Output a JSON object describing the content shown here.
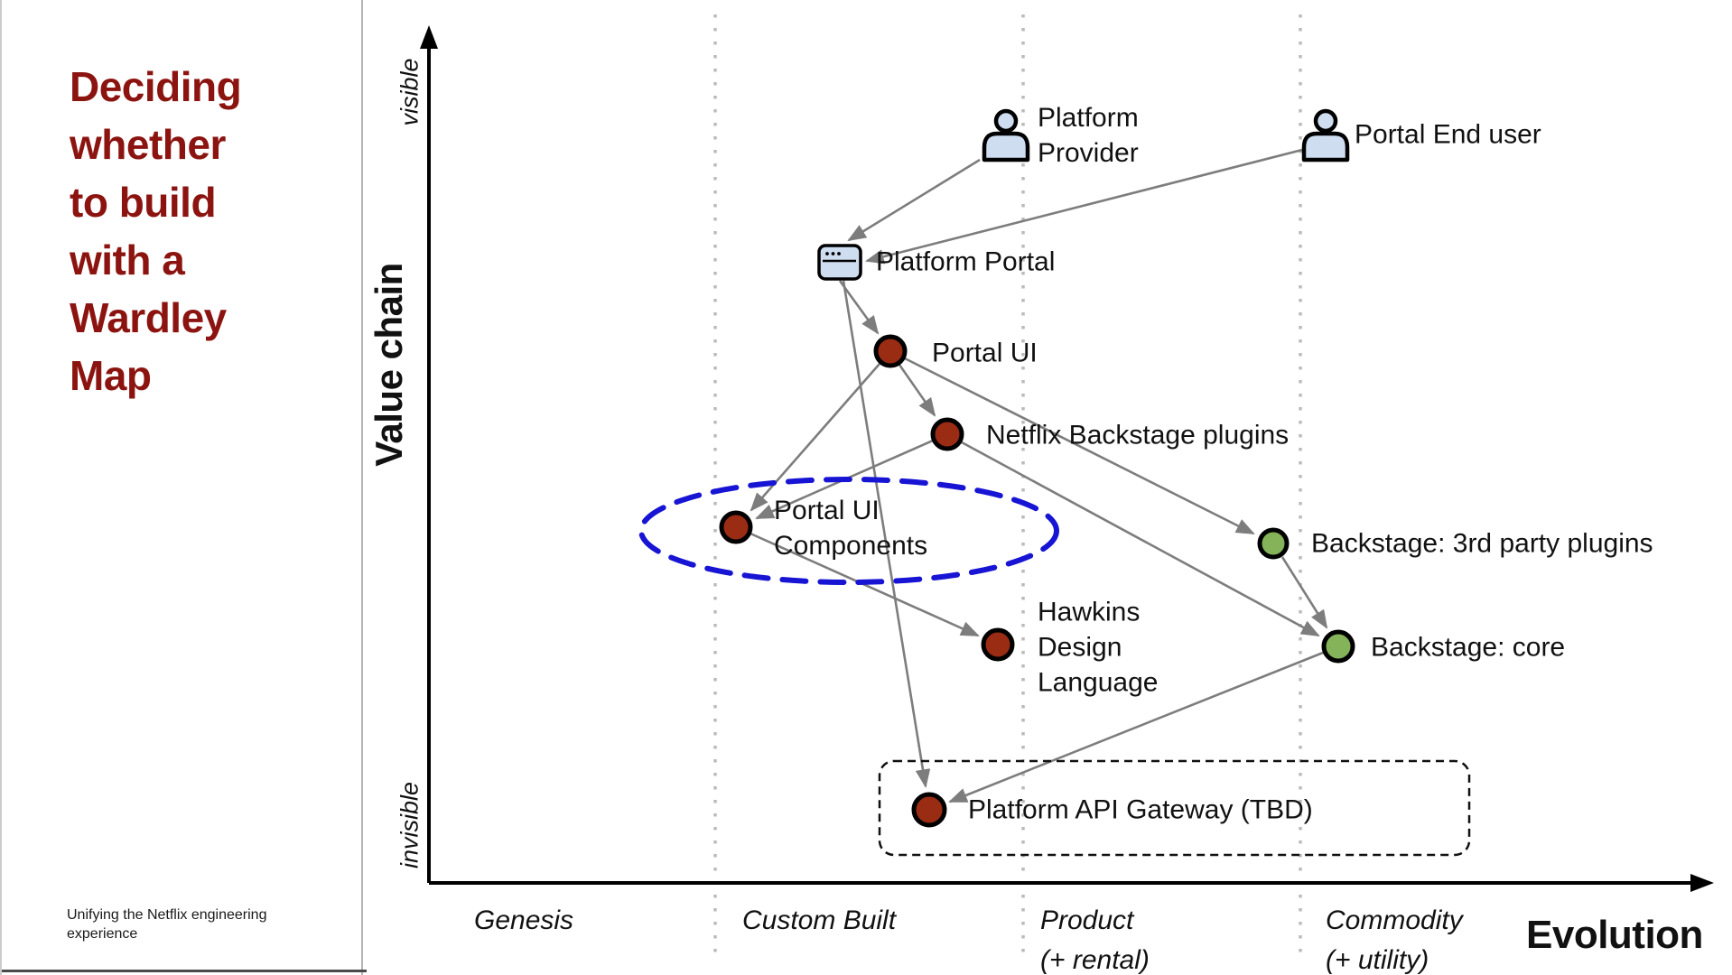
{
  "slide": {
    "title": "Deciding\nwhether\nto build\nwith a\nWardley\nMap",
    "footer": "Unifying the Netflix engineering experience",
    "colors": {
      "title_maroon": "#8c1410",
      "node_red": "#9b2c14",
      "node_green": "#85b35a",
      "icon_blue": "#cfddf1",
      "edge_gray": "#7d7d7d",
      "highlight_blue": "#1714d4",
      "dotted_gray": "#bbbbbb"
    }
  },
  "axes": {
    "y_label": "Value chain",
    "y_top": "visible",
    "y_bottom": "invisible",
    "x_label": "Evolution",
    "stages": [
      {
        "label": "Genesis"
      },
      {
        "label": "Custom Built"
      },
      {
        "label": "Product\n(+ rental)"
      },
      {
        "label": "Commodity\n(+ utility)"
      }
    ]
  },
  "nodes": [
    {
      "id": "platform-provider",
      "label": "Platform\nProvider",
      "type": "actor"
    },
    {
      "id": "portal-end-user",
      "label": "Portal End user",
      "type": "actor"
    },
    {
      "id": "platform-portal",
      "label": "Platform Portal",
      "type": "window"
    },
    {
      "id": "portal-ui",
      "label": "Portal UI",
      "type": "custom-built"
    },
    {
      "id": "netflix-backstage-plugins",
      "label": "Netflix Backstage plugins",
      "type": "custom-built"
    },
    {
      "id": "portal-ui-components",
      "label": "Portal UI\nComponents",
      "type": "custom-built",
      "highlight": "blue-dashed-ellipse"
    },
    {
      "id": "backstage-3rd-party-plugins",
      "label": "Backstage: 3rd party plugins",
      "type": "commodity"
    },
    {
      "id": "hawkins-design-language",
      "label": "Hawkins\nDesign\nLanguage",
      "type": "custom-built"
    },
    {
      "id": "backstage-core",
      "label": "Backstage: core",
      "type": "commodity"
    },
    {
      "id": "platform-api-gateway",
      "label": "Platform API Gateway (TBD)",
      "type": "custom-built",
      "highlight": "black-dashed-box"
    }
  ],
  "edges": [
    {
      "from": "platform-provider",
      "to": "platform-portal"
    },
    {
      "from": "portal-end-user",
      "to": "platform-portal"
    },
    {
      "from": "platform-portal",
      "to": "portal-ui"
    },
    {
      "from": "platform-portal",
      "to": "platform-api-gateway"
    },
    {
      "from": "portal-ui",
      "to": "netflix-backstage-plugins"
    },
    {
      "from": "portal-ui",
      "to": "portal-ui-components"
    },
    {
      "from": "portal-ui",
      "to": "backstage-3rd-party-plugins"
    },
    {
      "from": "netflix-backstage-plugins",
      "to": "portal-ui-components"
    },
    {
      "from": "netflix-backstage-plugins",
      "to": "backstage-core"
    },
    {
      "from": "backstage-3rd-party-plugins",
      "to": "backstage-core"
    },
    {
      "from": "portal-ui-components",
      "to": "hawkins-design-language"
    },
    {
      "from": "backstage-core",
      "to": "platform-api-gateway"
    }
  ]
}
